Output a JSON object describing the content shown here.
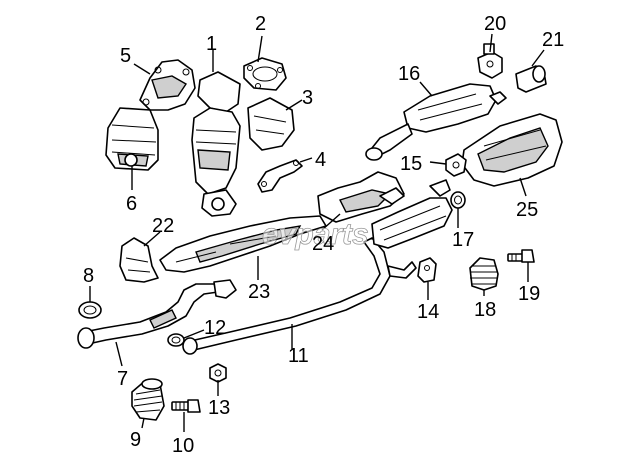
{
  "watermark": "evparts",
  "callouts": [
    "1",
    "2",
    "3",
    "4",
    "5",
    "6",
    "7",
    "8",
    "9",
    "10",
    "11",
    "12",
    "13",
    "14",
    "15",
    "16",
    "17",
    "18",
    "19",
    "20",
    "21",
    "22",
    "23",
    "24",
    "25"
  ]
}
